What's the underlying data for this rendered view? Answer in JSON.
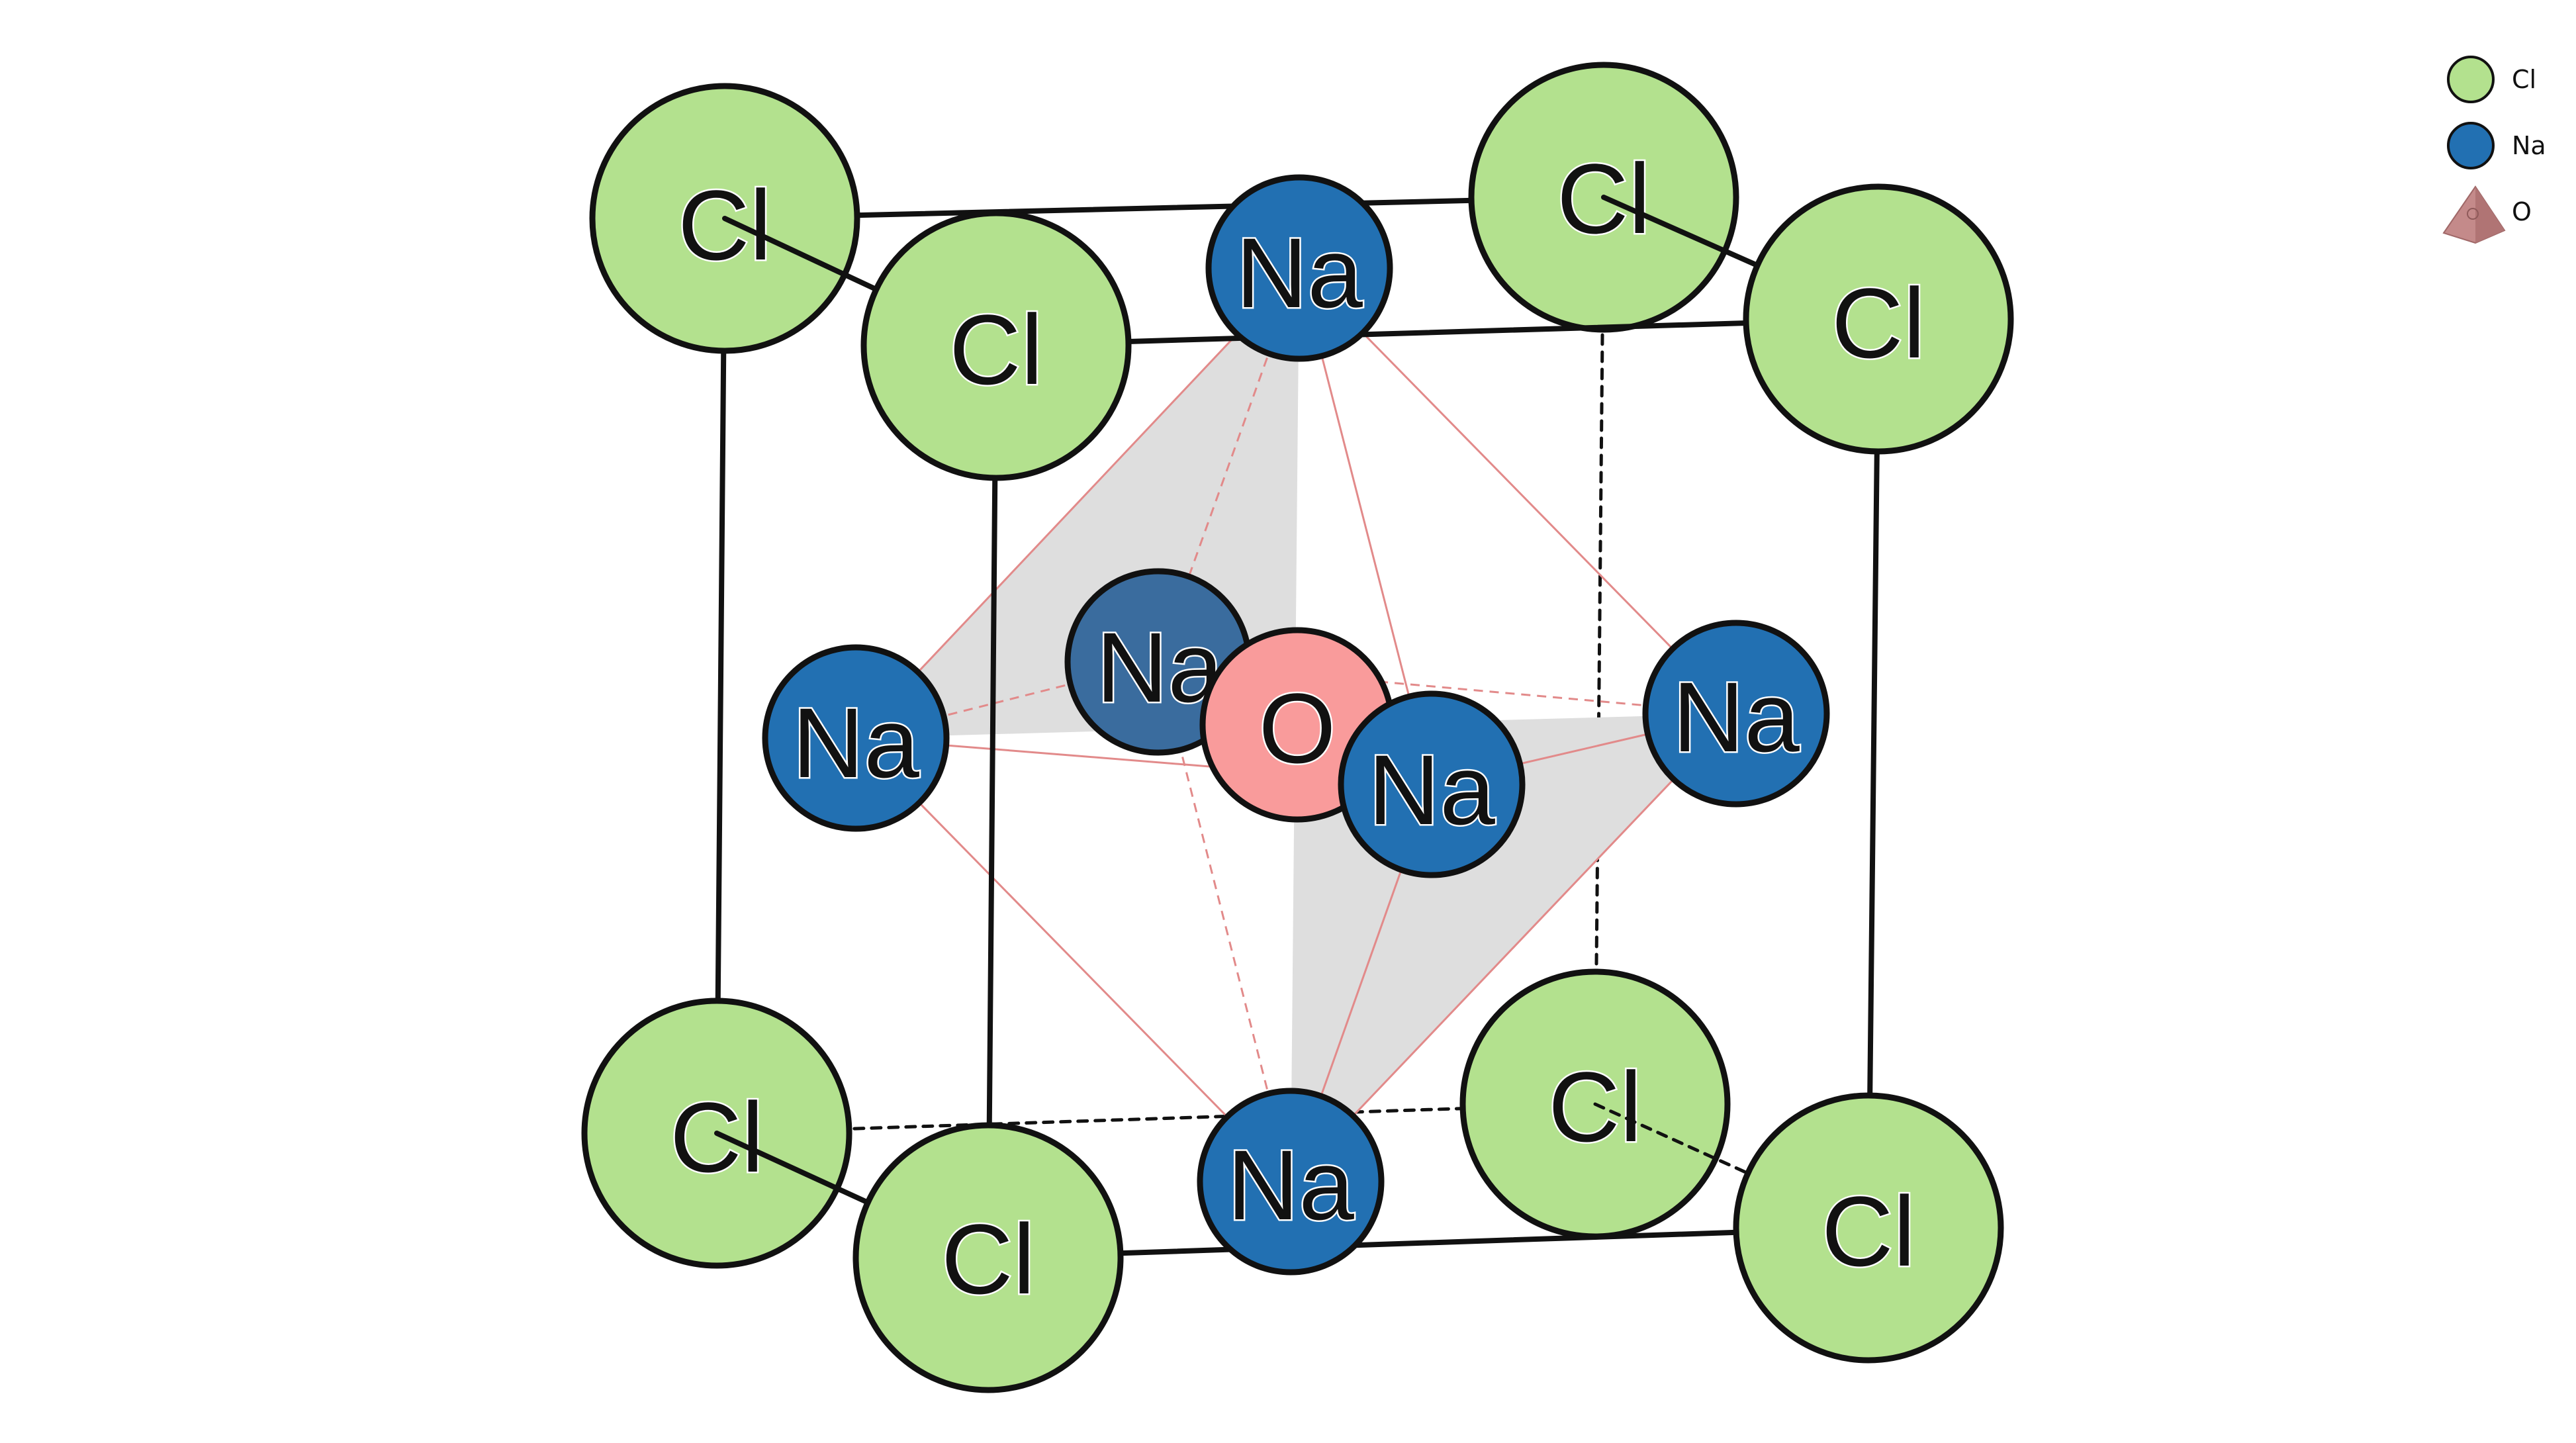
{
  "legend": {
    "items": [
      {
        "label": "Cl",
        "symbol": "circle",
        "color": "#b3e18e"
      },
      {
        "label": "Na",
        "symbol": "circle",
        "color": "#2270b2"
      },
      {
        "label": "O",
        "symbol": "tetrahedron",
        "color": "#c48a8a"
      }
    ]
  },
  "colors": {
    "cl_fill": "#b3e18e",
    "na_fill": "#2270b2",
    "na_back_fill": "#3a6c9e",
    "o_fill": "#f99b9b",
    "polyhedron_fill": "#dedede",
    "polyhedron_edge": "#e28a8a",
    "cell_edge": "#111111",
    "atom_outline": "#111111"
  },
  "atoms": {
    "cl_back_top_left": "Cl",
    "cl_back_top_right": "Cl",
    "cl_back_bottom_left": "Cl",
    "cl_back_bottom_right": "Cl",
    "cl_front_top_left": "Cl",
    "cl_front_top_right": "Cl",
    "cl_front_bottom_left": "Cl",
    "cl_front_bottom_right": "Cl",
    "na_top": "Na",
    "na_bottom": "Na",
    "na_left": "Na",
    "na_right": "Na",
    "na_back": "Na",
    "na_front": "Na",
    "o_center": "O"
  }
}
